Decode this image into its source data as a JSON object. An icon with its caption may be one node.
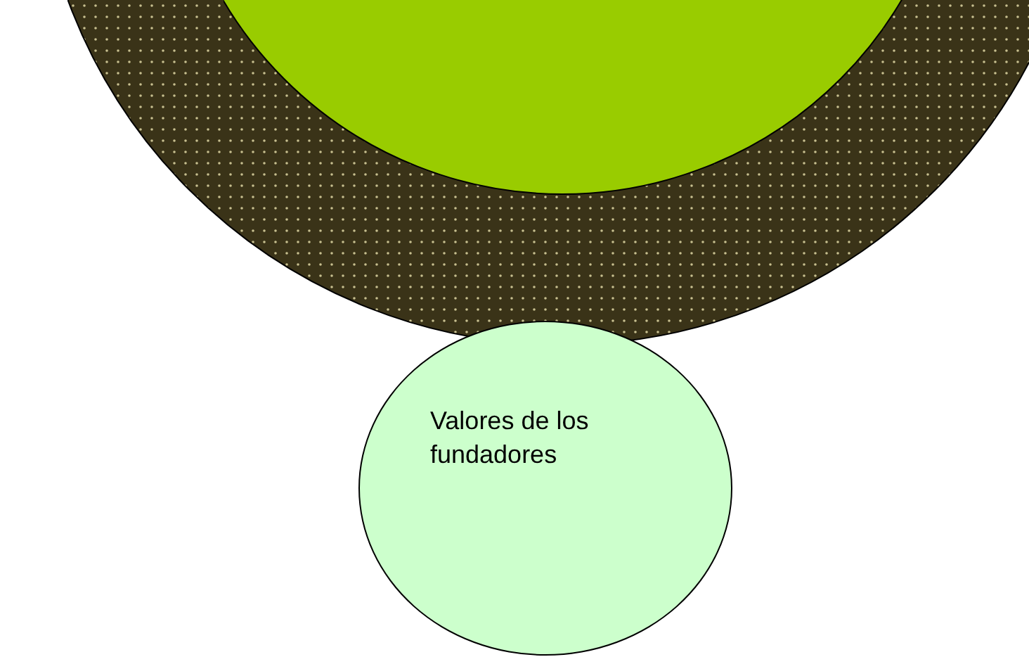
{
  "diagram": {
    "nodes": [
      {
        "text": [],
        "shape": "circle"
      },
      {
        "text": [],
        "shape": "circle",
        "in": 0
      },
      {
        "text": [
          "Valores de los fundadores"
        ]
      }
    ]
  }
}
